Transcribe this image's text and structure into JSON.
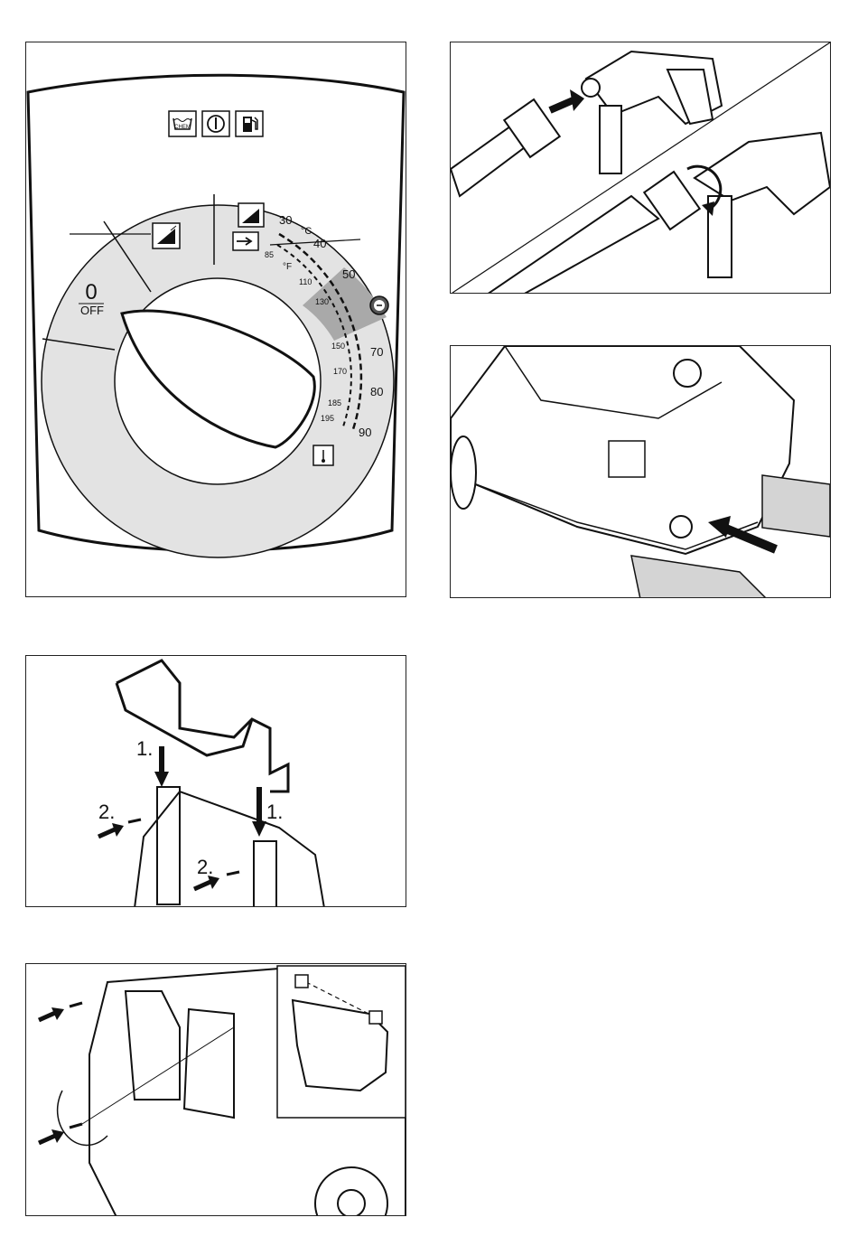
{
  "dial": {
    "off_number": "0",
    "off_text": "OFF",
    "celsius_unit": "°C",
    "fahrenheit_unit": "°F",
    "celsius_marks": [
      "30",
      "40",
      "50",
      "70",
      "80",
      "90"
    ],
    "fahrenheit_marks": [
      "85",
      "110",
      "130",
      "150",
      "170",
      "185",
      "195"
    ],
    "top_icons": [
      "chem-detergent-icon",
      "power-icon",
      "fuel-pump-icon"
    ],
    "segment_icons": [
      "spray-nozzle-icon",
      "spray-nozzle-icon",
      "nozzle-arrow-icon",
      "thermometer-icon"
    ],
    "colors": {
      "dial_ring": "#e3e3e3",
      "eco_band": "#a9a9a9"
    }
  },
  "handle_assembly": {
    "step_one_left": "1.",
    "step_one_right": "1.",
    "step_two_left": "2.",
    "step_two_right": "2."
  }
}
